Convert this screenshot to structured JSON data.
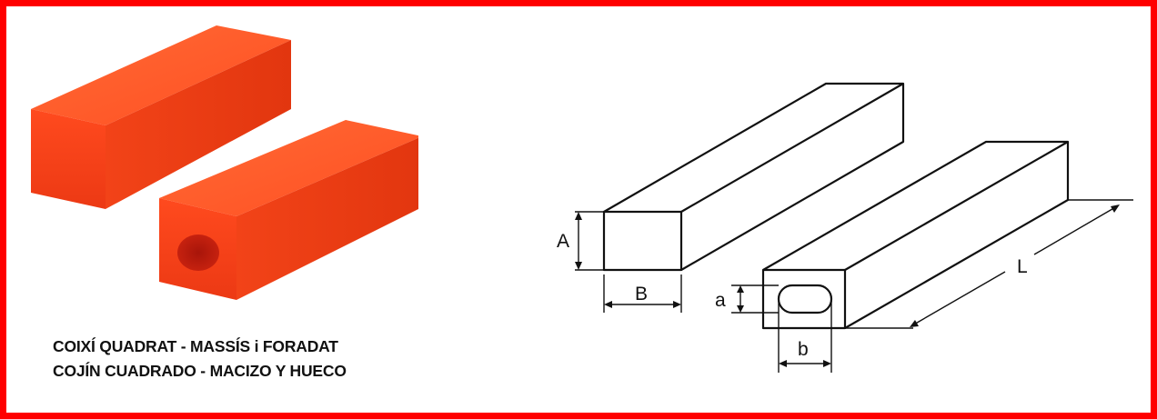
{
  "caption": {
    "line1": "COIXÍ QUADRAT - MASSÍS  i  FORADAT",
    "line2": "COJÍN CUADRADO - MACIZO Y HUECO"
  },
  "dimensions": {
    "A": "A",
    "B": "B",
    "a": "a",
    "b": "b",
    "L": "L"
  },
  "colors": {
    "frame": "#ff0000",
    "foam_front": "#f7431c",
    "foam_top": "#ff5a2a",
    "foam_side": "#e83a12",
    "hole": "#b81a08"
  }
}
